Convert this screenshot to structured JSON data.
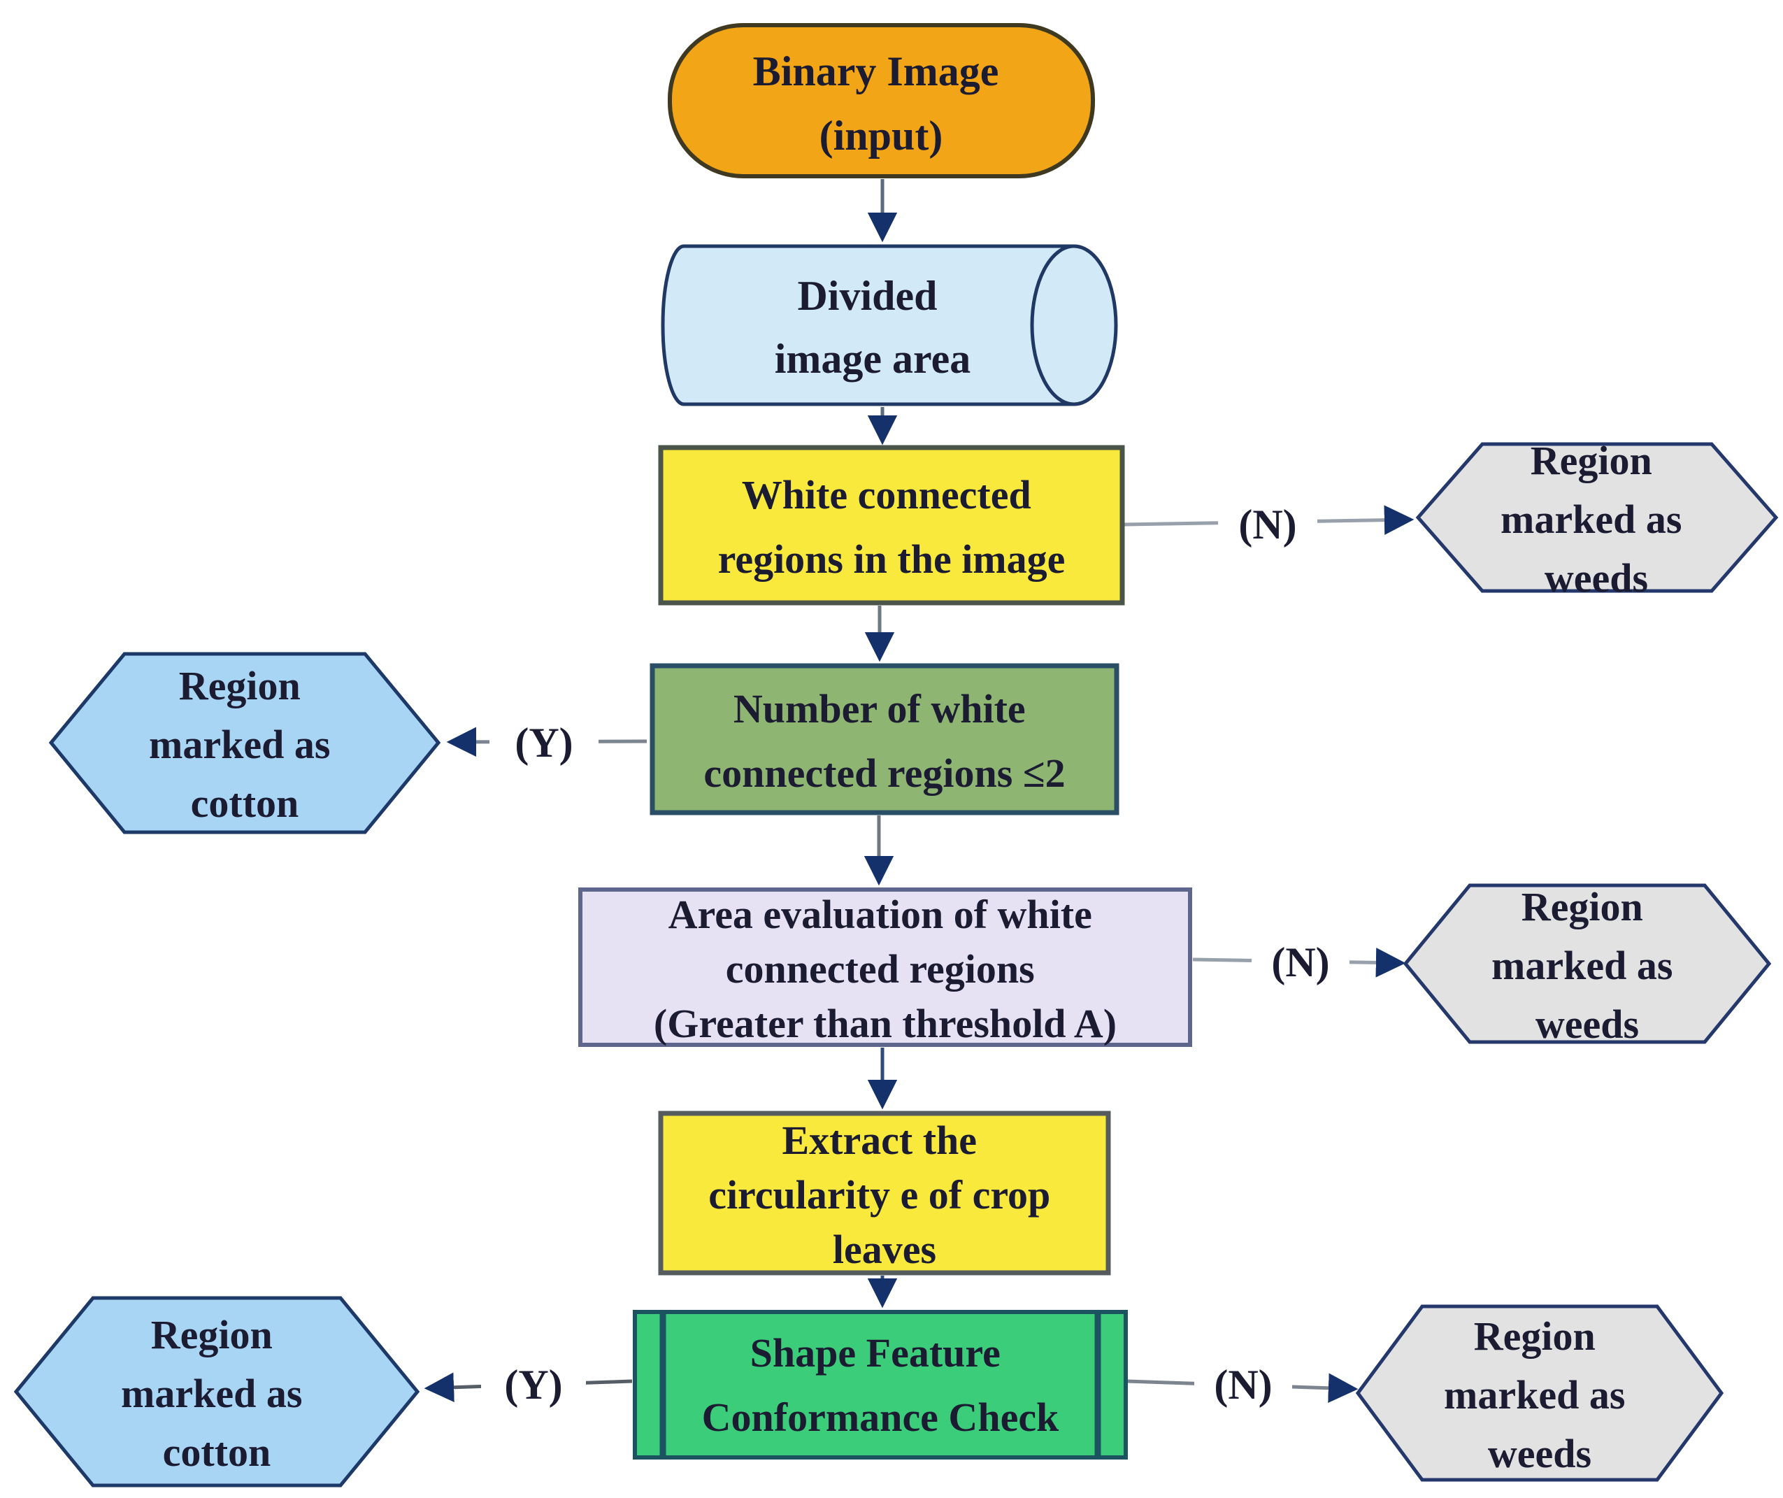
{
  "diagram": {
    "nodes": {
      "binary_image": {
        "lines": [
          "Binary Image",
          "(input)"
        ]
      },
      "divided_image_area": {
        "lines": [
          "Divided",
          "image area"
        ]
      },
      "white_connected_regions": {
        "lines": [
          "White connected",
          "regions in the image"
        ]
      },
      "number_white_regions": {
        "lines": [
          "Number of white",
          "connected regions ≤2"
        ]
      },
      "area_evaluation": {
        "lines": [
          "Area evaluation of white",
          "connected regions",
          "(Greater than threshold A)"
        ]
      },
      "extract_circularity": {
        "lines": [
          "Extract the",
          "circularity e of crop",
          "leaves"
        ]
      },
      "shape_feature_check": {
        "lines": [
          "Shape Feature",
          "Conformance Check"
        ]
      },
      "region_weeds": {
        "lines": [
          "Region",
          "marked as",
          "weeds"
        ]
      },
      "region_cotton": {
        "lines": [
          "Region",
          "marked as",
          "cotton"
        ]
      }
    },
    "edge_labels": {
      "yes": "(Y)",
      "no": "(N)"
    },
    "colors": {
      "terminator_fill": "#F2A516",
      "storage_fill": "#D2E9F7",
      "process_yellow_fill": "#F8E93C",
      "process_green_fill": "#8FB572",
      "process_lavender_fill": "#E7E2F3",
      "predefined_green_fill": "#3CCD7B",
      "result_weeds_fill": "#E2E2E2",
      "result_cotton_fill": "#A9D5F4",
      "outline_navy": "#1F3864",
      "arrow_navy": "#14316B",
      "connector_gray": "#7C858F"
    }
  }
}
